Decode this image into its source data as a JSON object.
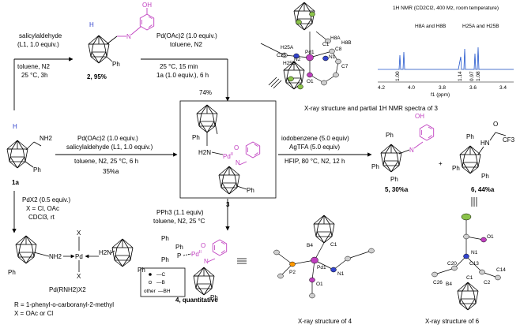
{
  "top_left": {
    "reagent": "salicylaldehyde",
    "reagent_detail": "(L1, 1.0 equiv.)",
    "solvent": "toluene, N2",
    "conditions": "25 °C, 3h",
    "product": "2, 95%",
    "ph": "Ph",
    "oh": "OH",
    "h": "H",
    "n": "N"
  },
  "top_mid": {
    "line1": "Pd(OAc)2 (1.0 equiv.)",
    "line2": "toluene, N2",
    "line3": "25 °C, 15 min",
    "line4": "1a (1.0 equiv.), 6 h",
    "yield": "74%"
  },
  "xray3": {
    "caption": "X-ray structure and partial 1H NMR spectra of 3",
    "labels": [
      "C1",
      "Pd1",
      "N1",
      "N2",
      "O1",
      "C25",
      "C7",
      "C8",
      "H8A",
      "H8B",
      "H25A",
      "H25B"
    ]
  },
  "nmr": {
    "header": "1H NMR (CD2Cl2, 400 Mz, room temperature)",
    "label_left": "H8A and H8B",
    "label_right": "H25A and H25B",
    "integrals": [
      "1.00",
      "1.14",
      "0.97",
      "1.08"
    ],
    "ticks": [
      "4.2",
      "4.0",
      "3.8",
      "3.6",
      "3.4"
    ],
    "axis": "f1 (ppm)"
  },
  "left": {
    "compound": "1a",
    "nh2": "NH2",
    "ph": "Ph",
    "h": "H",
    "reagent": "PdX2 (0.5 equiv.)",
    "x_def": "X = Cl, OAc",
    "solvent": "CDCl3, rt",
    "formula": "Pd(RNH2)X2",
    "r_def": "R = 1-phenyl-o-carboranyl-2-methyl",
    "x_def2": "X = OAc or Cl",
    "x": "X",
    "pd": "Pd",
    "nh2_a": "NH2",
    "h2n_b": "H2N"
  },
  "mid_arrow": {
    "line1": "Pd(OAc)2 (1.0 equiv.)",
    "line2": "salicylaldehyde (L1, 1.0 equiv.)",
    "line3": "toluene, N2, 25 °C, 6 h",
    "line4": "35%a"
  },
  "center": {
    "compound": "3",
    "pd": "Pd",
    "pd_ox": "II",
    "h2n": "H2N",
    "n": "N",
    "o": "O",
    "ph": "Ph"
  },
  "right_arrow": {
    "line1": "iodobenzene (5.0 equiv)",
    "line2": "AgTFA (5.0 equiv)",
    "line3": "HFIP, 80 °C, N2, 12 h"
  },
  "product5": {
    "label": "5, 30%a",
    "oh": "OH",
    "n": "N",
    "ph": "Ph"
  },
  "product6": {
    "label": "6, 44%a",
    "hn": "HN",
    "o": "O",
    "cf3": "CF3",
    "ph": "Ph"
  },
  "plus": "+",
  "down_arrow": {
    "line1": "PPh3 (1.1 equiv)",
    "line2": "toluene, N2, 25 °C"
  },
  "compound4": {
    "label": "4, quantitative",
    "ph": "Ph",
    "p": "P",
    "pd": "Pd",
    "pd_ox": "II",
    "n": "N",
    "o": "O"
  },
  "legend": {
    "c_label": "—C",
    "b_label": "—B",
    "other": "other",
    "bh_label": "—BH"
  },
  "xray4": {
    "caption": "X-ray structure of 4",
    "labels": [
      "B4",
      "C1",
      "P2",
      "Pd1",
      "N1",
      "O1"
    ]
  },
  "xray6": {
    "caption": "X-ray structure of 6",
    "labels": [
      "N1",
      "O1",
      "C20",
      "C13",
      "B4",
      "C1",
      "C2",
      "C14",
      "C26"
    ]
  }
}
